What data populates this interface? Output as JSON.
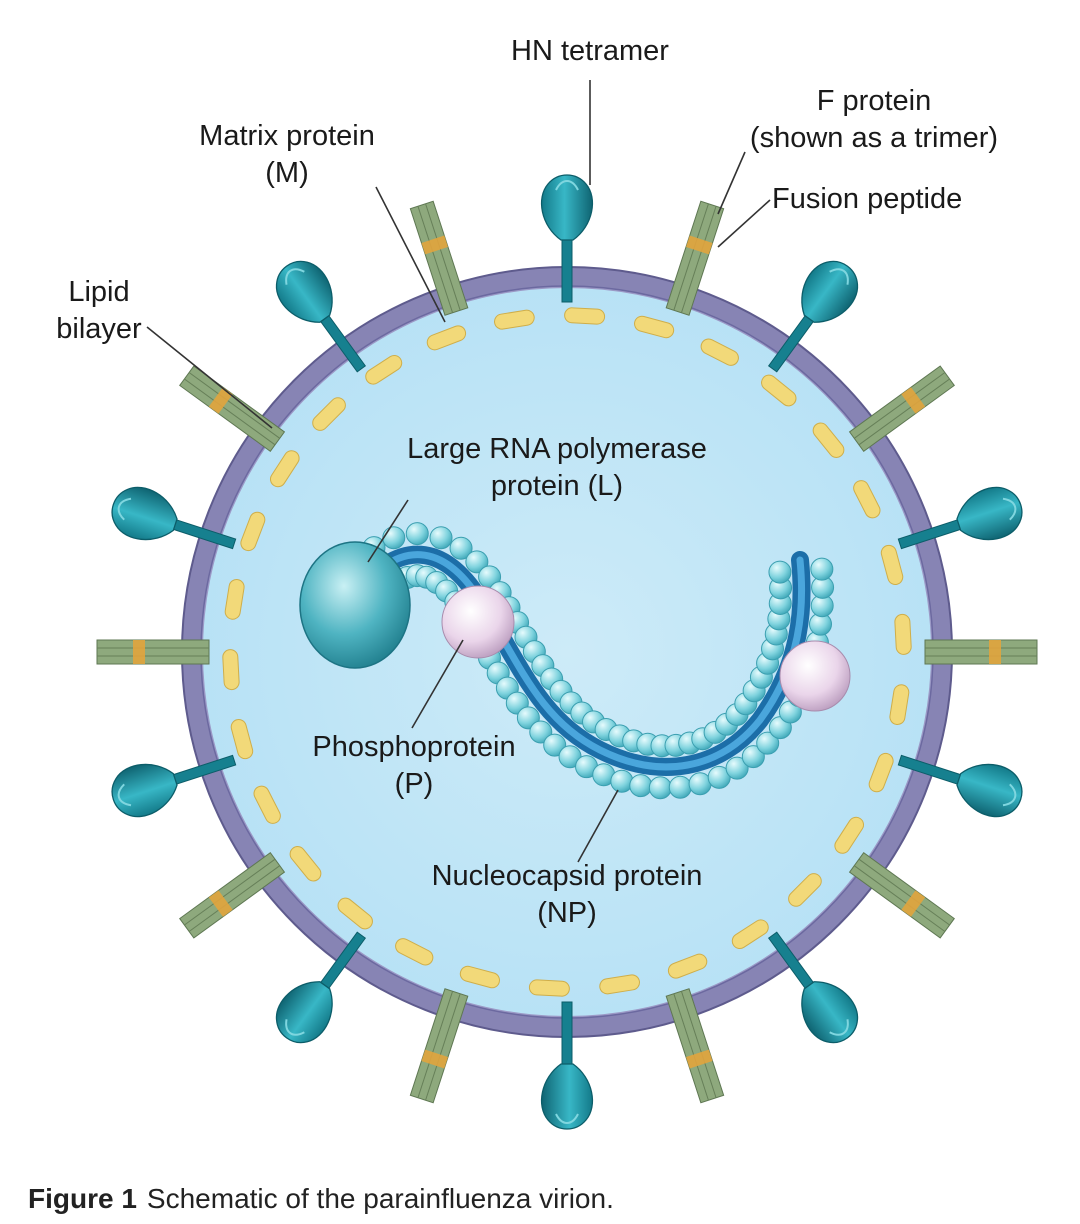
{
  "labels": {
    "hn": "HN tetramer",
    "f_line1": "F protein",
    "f_line2": "(shown as a trimer)",
    "fusion": "Fusion peptide",
    "matrix_line1": "Matrix protein",
    "matrix_line2": "(M)",
    "lipid_line1": "Lipid",
    "lipid_line2": "bilayer",
    "large_line1": "Large RNA polymerase",
    "large_line2": "protein (L)",
    "phospho_line1": "Phosphoprotein",
    "phospho_line2": "(P)",
    "nucleo_line1": "Nucleocapsid protein",
    "nucleo_line2": "(NP)"
  },
  "caption": {
    "figure": "Figure 1",
    "text": "Schematic of the parainfluenza virion."
  },
  "colors": {
    "interior": "#bfe6f7",
    "membrane": "#8a88b8",
    "matrix": "#f1d878",
    "hn": "#1f97a8",
    "f_protein": "#8fa97e",
    "fusion_band": "#e1a43d",
    "rna": "#1f79b5",
    "nucleocapsid": "#7dd3de",
    "phosphoprotein": "#ecd7ec"
  }
}
